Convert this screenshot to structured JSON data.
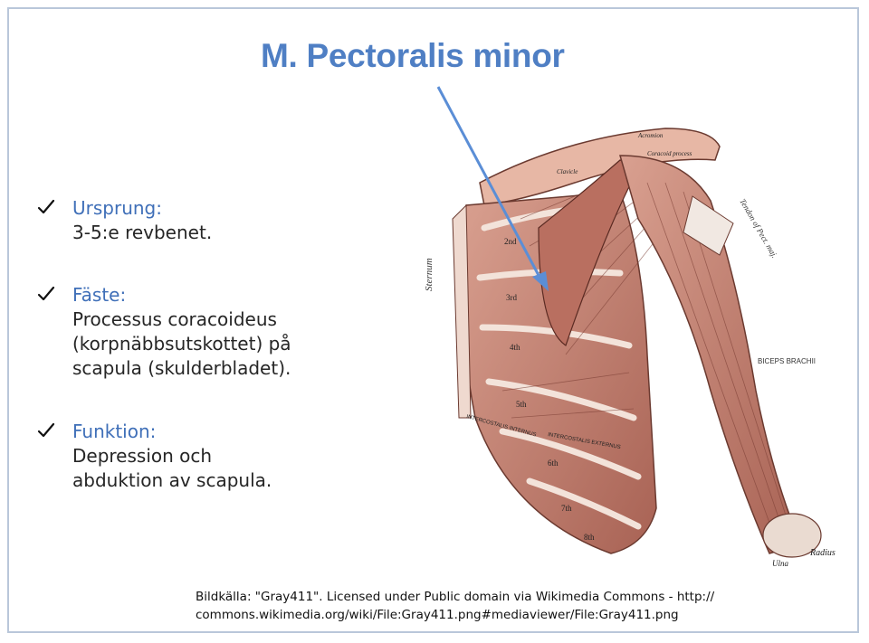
{
  "slide": {
    "title": "M. Pectoralis minor",
    "bullets": [
      {
        "heading": "Ursprung:",
        "lines": [
          "3-5:e revbenet."
        ]
      },
      {
        "heading": "Fäste:",
        "lines": [
          "Processus coracoideus",
          "(korpnäbbsutskottet) på",
          "scapula (skulderbladet)."
        ]
      },
      {
        "heading": "Funktion:",
        "lines": [
          "Depression och",
          "abduktion av scapula."
        ]
      }
    ],
    "figure_labels": {
      "sternum": "Sternum",
      "biceps": "BICEPS BRACHII",
      "tendon": "Tendon of Pect. maj.",
      "radius": "Radius",
      "ulna": "Ulna",
      "rib2": "2nd",
      "rib3": "3rd",
      "rib4": "4th",
      "rib5": "5th",
      "rib6": "6th",
      "rib7": "7th",
      "rib8": "8th",
      "intercostalis_internus": "INTERCOSTALIS INTERNUS",
      "intercostalis_externus": "INTERCOSTALIS EXTERNUS",
      "coracoid": "Coracoid process",
      "acromion": "Acromion",
      "clavicle": "Clavicle"
    },
    "caption_line1": "Bildkälla: \"Gray411\". Licensed under Public domain via Wikimedia Commons - http://",
    "caption_line2": "commons.wikimedia.org/wiki/File:Gray411.png#mediaviewer/File:Gray411.png"
  },
  "colors": {
    "title": "#4f7fc4",
    "heading": "#3f6fb8",
    "frame": "#b9c7da",
    "arrow": "#5b8ed6",
    "muscle": "#c98b7d",
    "muscle_dark": "#8a4a3e"
  }
}
